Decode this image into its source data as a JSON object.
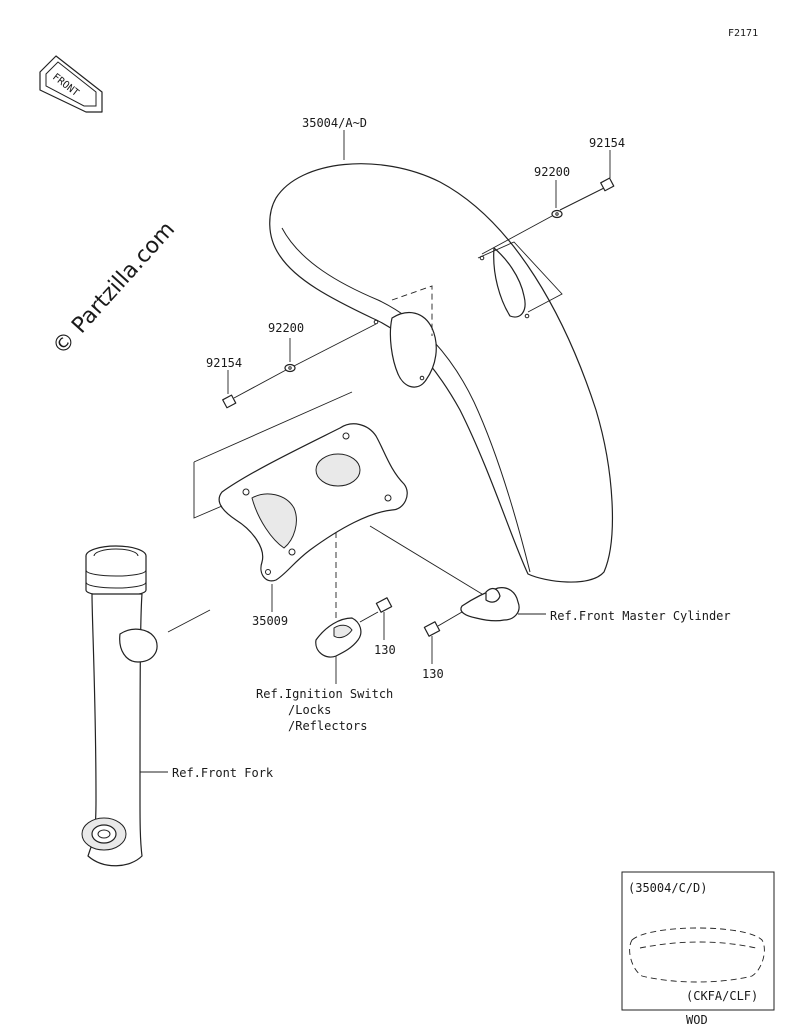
{
  "figure_code": "F2171",
  "front_arrow_text": "FRONT",
  "watermark": "© Partzilla.com",
  "part_labels": {
    "fender": "35004/A~D",
    "bolt_right": "92154",
    "washer_right": "92200",
    "washer_left": "92200",
    "bolt_left": "92154",
    "stay": "35009",
    "bolt_center": "130",
    "bolt_lower": "130"
  },
  "ref_labels": {
    "master_cylinder": "Ref.Front Master Cylinder",
    "ignition_line1": "Ref.Ignition Switch",
    "ignition_line2": "/Locks",
    "ignition_line3": "/Reflectors",
    "front_fork": "Ref.Front Fork"
  },
  "inset": {
    "top_label": "(35004/C/D)",
    "bottom_label": "(CKFA/CLF)",
    "caption": "WOD"
  }
}
